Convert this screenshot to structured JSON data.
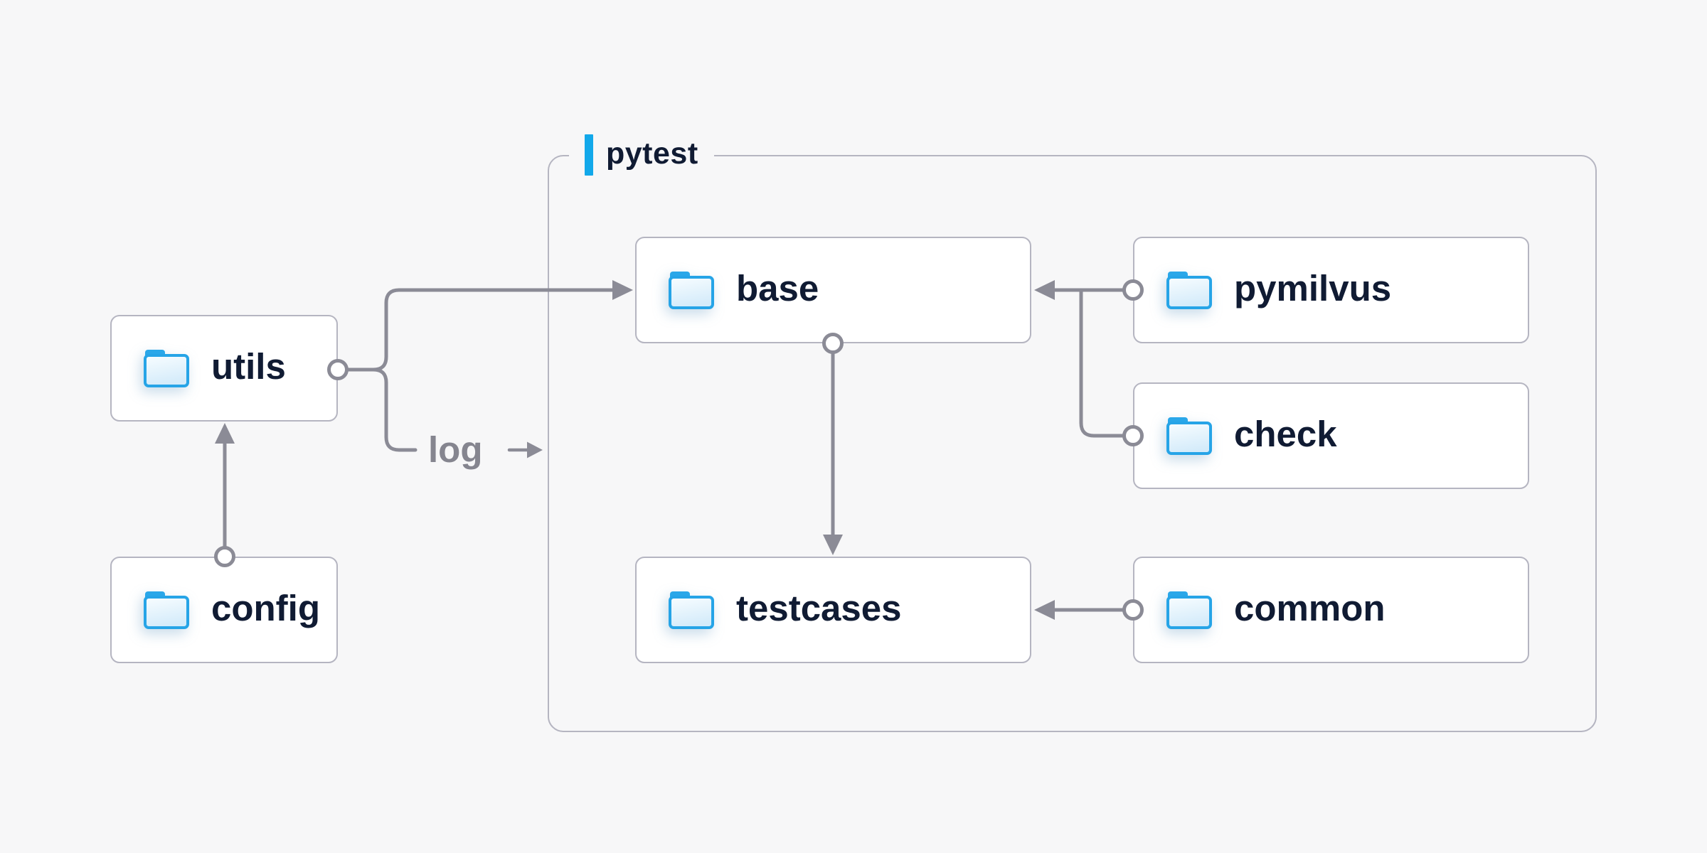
{
  "diagram": {
    "background_color": "#f7f7f8",
    "group": {
      "label": "pytest",
      "accent_bar_color": "#12a8ea",
      "border_color": "#b5b5c1"
    },
    "nodes": [
      {
        "id": "utils",
        "label": "utils",
        "icon": "folder-icon",
        "inside_group": false
      },
      {
        "id": "config",
        "label": "config",
        "icon": "folder-icon",
        "inside_group": false
      },
      {
        "id": "base",
        "label": "base",
        "icon": "folder-icon",
        "inside_group": true
      },
      {
        "id": "pymilvus",
        "label": "pymilvus",
        "icon": "folder-icon",
        "inside_group": true
      },
      {
        "id": "check",
        "label": "check",
        "icon": "folder-icon",
        "inside_group": true
      },
      {
        "id": "testcases",
        "label": "testcases",
        "icon": "folder-icon",
        "inside_group": true
      },
      {
        "id": "common",
        "label": "common",
        "icon": "folder-icon",
        "inside_group": true
      }
    ],
    "edges": [
      {
        "from": "config",
        "to": "utils"
      },
      {
        "from": "utils",
        "to": "base"
      },
      {
        "from": "utils",
        "to": "log",
        "label": "log"
      },
      {
        "from": "pymilvus",
        "to": "base"
      },
      {
        "from": "check",
        "to": "base"
      },
      {
        "from": "base",
        "to": "testcases"
      },
      {
        "from": "common",
        "to": "testcases"
      }
    ],
    "edge_label": {
      "text": "log",
      "icon": "arrow-right-icon",
      "color": "#85858f"
    },
    "colors": {
      "edge": "#8b8b96",
      "node_border": "#b5b5c1",
      "node_fill": "#ffffff",
      "node_text": "#101b33",
      "folder_blue": "#27a5e8",
      "folder_tab_blue": "#2aa7e9",
      "folder_fill_light": "#f7fcff",
      "folder_fill_dark": "#d6ecfa",
      "accent": "#12a8ea"
    }
  }
}
